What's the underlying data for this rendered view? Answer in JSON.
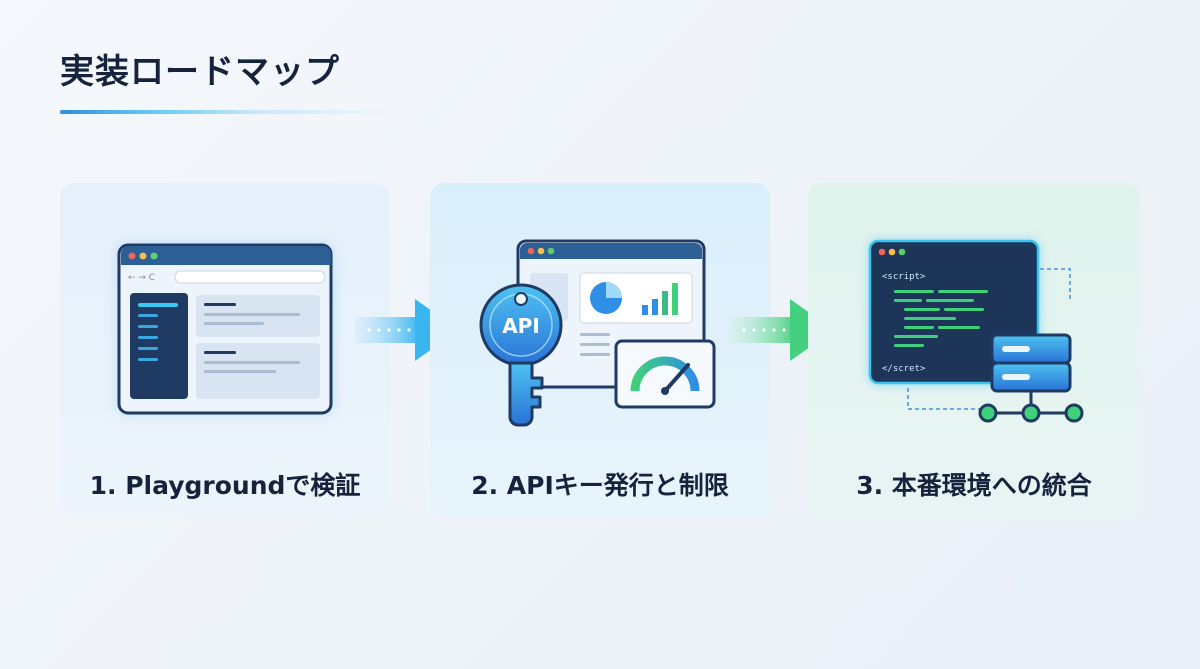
{
  "title": "実装ロードマップ",
  "steps": [
    {
      "label": "1. Playgroundで検証",
      "illustration": "browser-window-icon"
    },
    {
      "label": "2. APIキー発行と制限",
      "illustration": "api-key-dashboard-icon",
      "key_text": "API"
    },
    {
      "label": "3. 本番環境への統合",
      "illustration": "code-server-icon",
      "code_open_tag": "<script>",
      "code_close_tag": "</scret>"
    }
  ],
  "colors": {
    "navy": "#1f3b63",
    "blue_accent": "#2f8ee6",
    "cyan_accent": "#3cc0ee",
    "green_accent": "#3fd07a"
  }
}
